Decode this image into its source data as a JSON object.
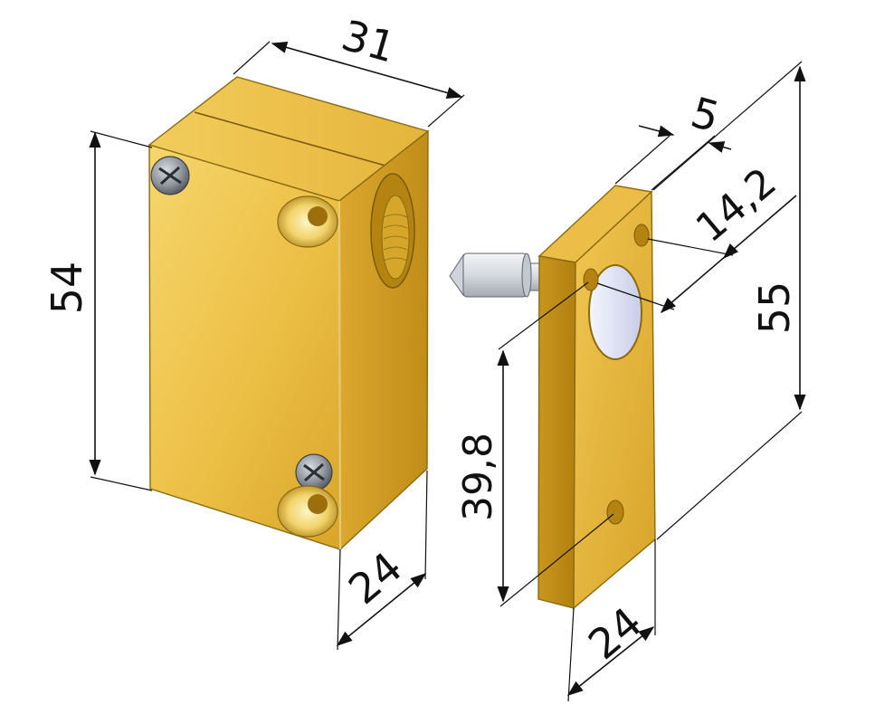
{
  "dimensions": {
    "body_width": "31",
    "body_height": "54",
    "body_depth": "24",
    "strike_thickness": "5",
    "strike_hole_offset": "14,2",
    "strike_height": "55",
    "strike_hole_spacing": "39,8",
    "strike_width": "24"
  },
  "colors": {
    "brass_light": "#f4cc5a",
    "brass_mid": "#e7b63a",
    "brass_dark": "#c9961c",
    "brass_shadow": "#b88412",
    "steel": "#d9dde2"
  },
  "icons": [
    "phillips-screw-icon",
    "mounting-hole-icon",
    "latch-bolt-icon"
  ]
}
